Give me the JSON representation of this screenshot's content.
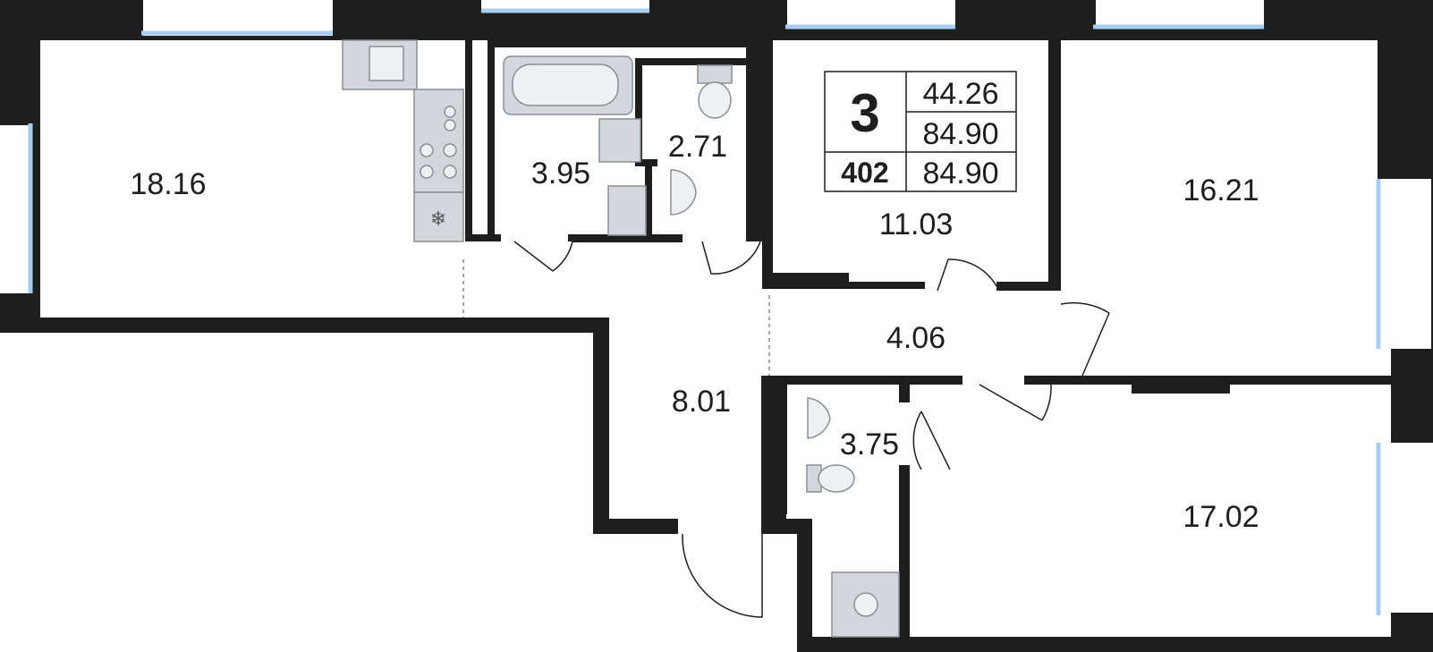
{
  "info_card": {
    "rooms": "3",
    "apartment_number": "402",
    "living_area": "44.26",
    "total_area": "84.90",
    "total_area_2": "84.90"
  },
  "rooms": {
    "kitchen_living": "18.16",
    "bathroom": "3.95",
    "toilet": "2.71",
    "bedroom_center": "11.03",
    "bedroom_right_top": "16.21",
    "corridor": "4.06",
    "hall": "8.01",
    "shower_room": "3.75",
    "bedroom_right_bottom": "17.02"
  },
  "colors": {
    "wall": "#1e1e1e",
    "window_glass": "#a8cdf0",
    "fixture": "#d2d7dd"
  }
}
